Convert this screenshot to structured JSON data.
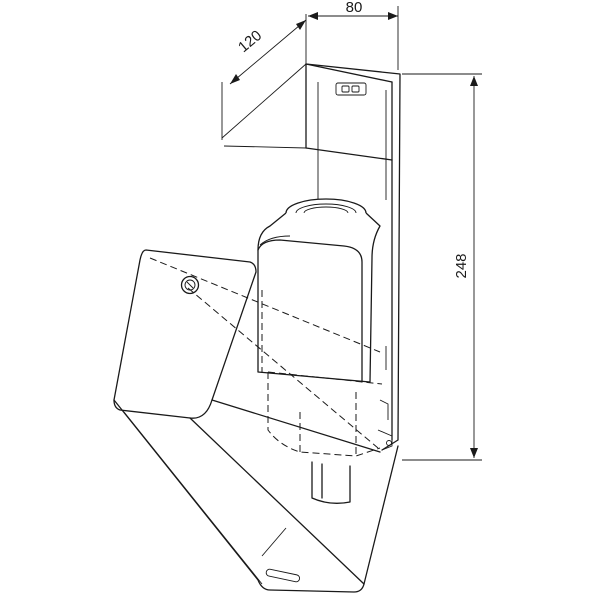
{
  "dimensions": {
    "depth": "120",
    "width": "80",
    "height": "248"
  }
}
